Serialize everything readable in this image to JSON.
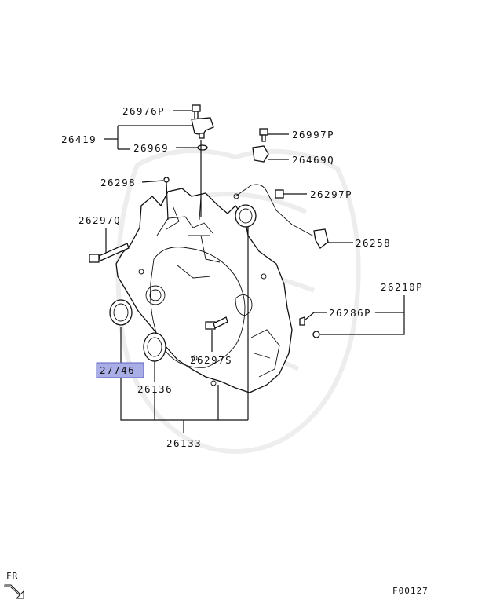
{
  "parts": [
    {
      "id": "p26976P",
      "number": "26976P"
    },
    {
      "id": "p26419",
      "number": "26419"
    },
    {
      "id": "p26969",
      "number": "26969"
    },
    {
      "id": "p26997P",
      "number": "26997P"
    },
    {
      "id": "p26469Q",
      "number": "26469Q"
    },
    {
      "id": "p26298",
      "number": "26298"
    },
    {
      "id": "p26297P",
      "number": "26297P"
    },
    {
      "id": "p26297Q",
      "number": "26297Q"
    },
    {
      "id": "p26258",
      "number": "26258"
    },
    {
      "id": "p26210P",
      "number": "26210P"
    },
    {
      "id": "p26286P",
      "number": "26286P"
    },
    {
      "id": "p27746",
      "number": "27746",
      "highlighted": true
    },
    {
      "id": "p26297S",
      "number": "26297S"
    },
    {
      "id": "p26136",
      "number": "26136"
    },
    {
      "id": "p26133",
      "number": "26133"
    }
  ],
  "footer": {
    "direction_label": "FR",
    "figure_code": "F00127"
  },
  "colors": {
    "highlight_fill": "#a9aee6",
    "highlight_border": "#5a63c6",
    "line": "#111111",
    "watermark": "#ececec"
  }
}
